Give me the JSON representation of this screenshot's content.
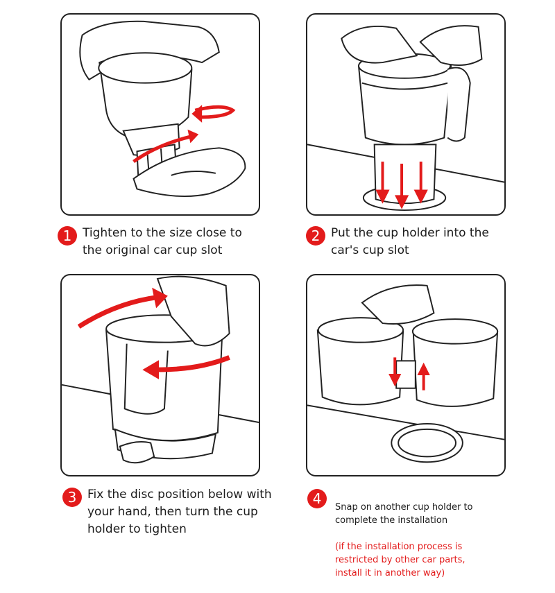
{
  "colors": {
    "accent": "#e31b1b",
    "stroke": "#222222",
    "product": "#ffffff"
  },
  "steps": [
    {
      "number": "1",
      "text": "Tighten to the size close to\nthe original car cup slot",
      "illustration": "hand-twisting-cup-holder-base"
    },
    {
      "number": "2",
      "text": "Put the cup holder into the\ncar's cup slot",
      "illustration": "inserting-cup-holder-into-slot"
    },
    {
      "number": "3",
      "text": "Fix the disc position below with\nyour hand, then turn the cup\nholder to tighten",
      "illustration": "turning-cup-holder-to-tighten"
    },
    {
      "number": "4",
      "text": "Snap on another cup holder to\ncomplete the installation",
      "note": "(if the installation process is\nrestricted by other car parts,\ninstall it in another way)",
      "illustration": "snapping-two-cup-holders"
    }
  ]
}
